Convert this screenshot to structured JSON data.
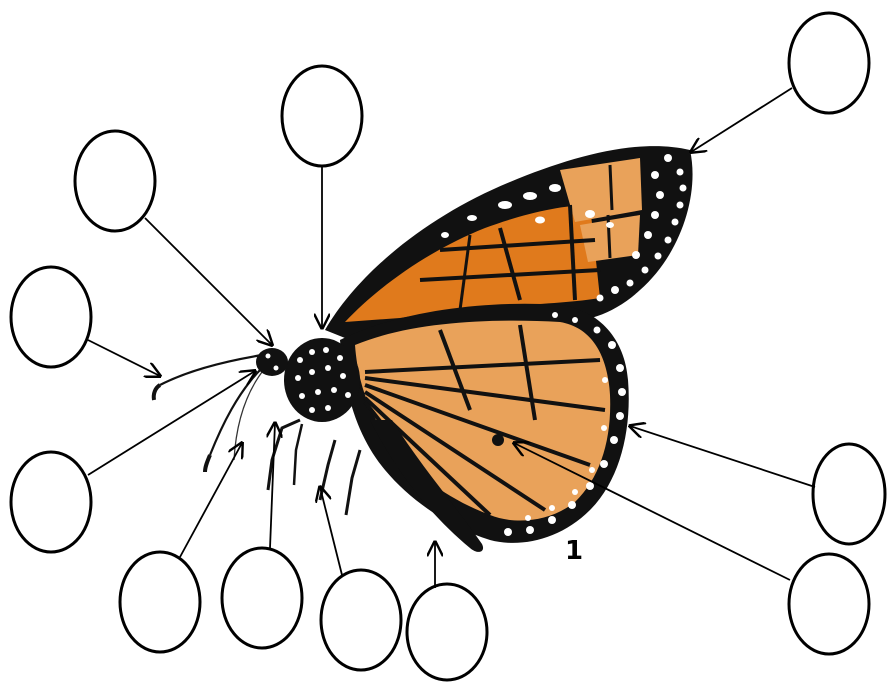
{
  "diagram": {
    "number_label": "1",
    "label_circles": [
      {
        "id": "top-right",
        "text": ""
      },
      {
        "id": "top-center",
        "text": ""
      },
      {
        "id": "upper-left",
        "text": ""
      },
      {
        "id": "left",
        "text": ""
      },
      {
        "id": "lower-left",
        "text": ""
      },
      {
        "id": "bottom-1",
        "text": ""
      },
      {
        "id": "bottom-2",
        "text": ""
      },
      {
        "id": "bottom-3",
        "text": ""
      },
      {
        "id": "bottom-4",
        "text": ""
      },
      {
        "id": "right",
        "text": ""
      },
      {
        "id": "bottom-right",
        "text": ""
      }
    ]
  },
  "colors": {
    "wing_orange": "#e07a1c",
    "wing_light_orange": "#e9a25a",
    "vein_black": "#111111",
    "spot_white": "#ffffff"
  }
}
